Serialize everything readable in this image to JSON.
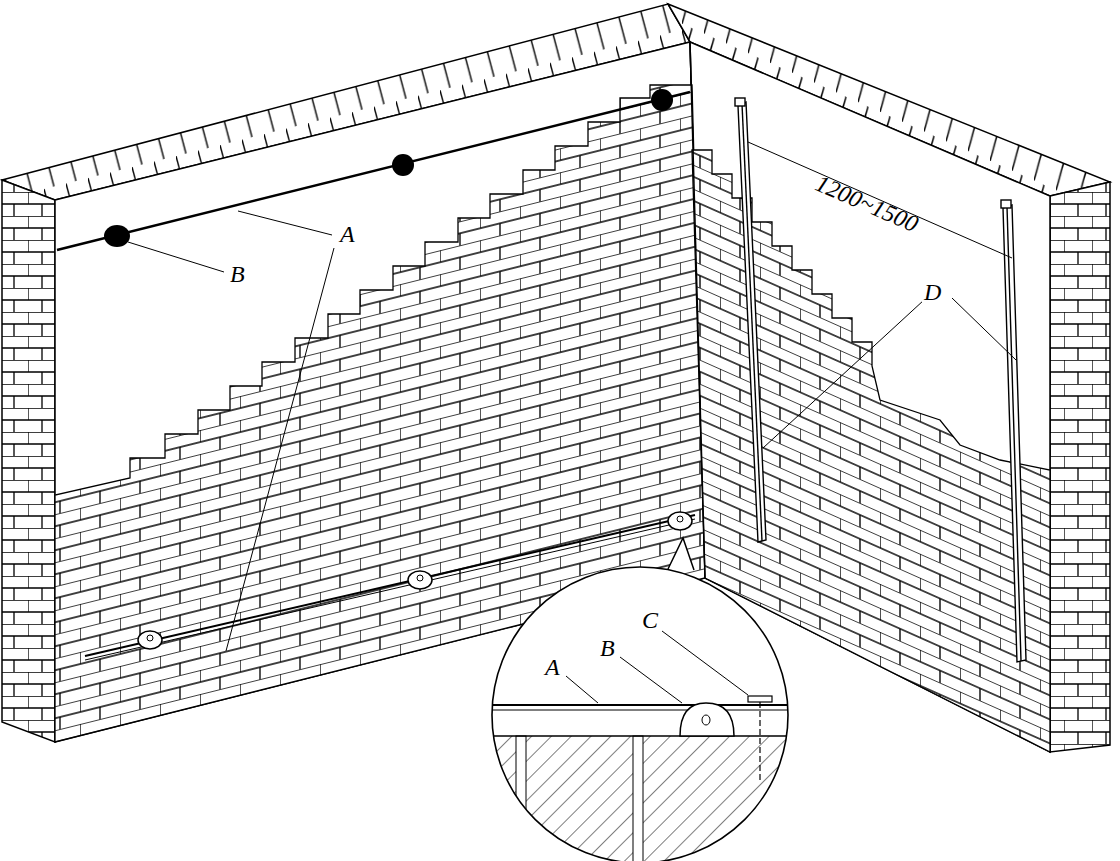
{
  "diagram": {
    "labels": [
      "A",
      "B",
      "1200~1500",
      "D",
      "A",
      "B",
      "C"
    ]
  }
}
